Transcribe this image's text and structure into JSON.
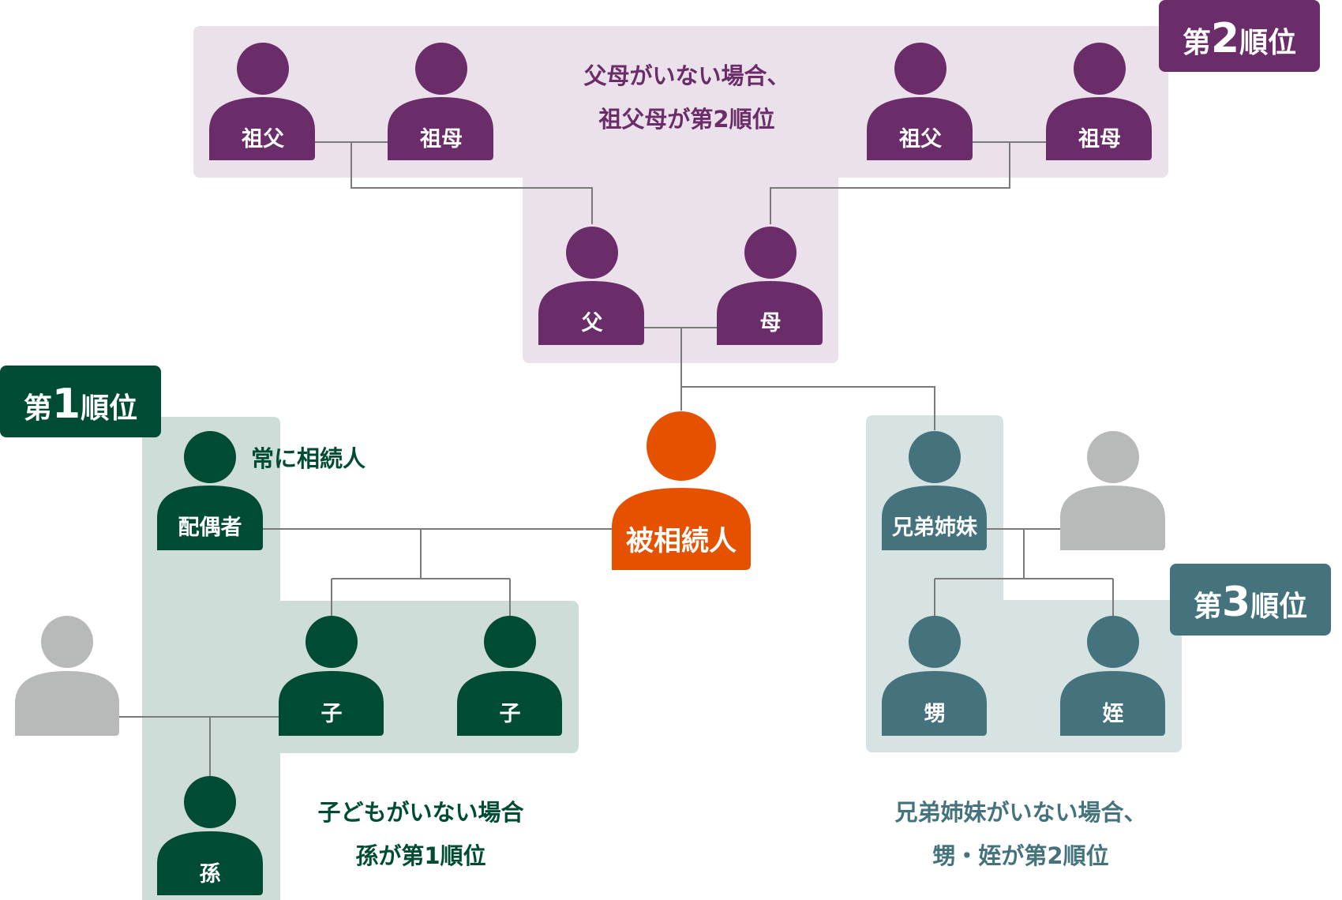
{
  "colors": {
    "purple": "#6b2d69",
    "purple_bg": "#ebe1ea",
    "green": "#004b33",
    "green_bg": "#cfddd8",
    "teal": "#44737d",
    "teal_bg": "#d7e2e3",
    "orange": "#e65100",
    "gray": "#b8b9b9",
    "line": "#7a7a7a"
  },
  "rank2": {
    "badge": {
      "prefix": "第",
      "num": "2",
      "suffix": "順位"
    },
    "note_line1": "父母がいない場合、",
    "note_line2": "祖父母が第2順位",
    "grandfather_left": "祖父",
    "grandmother_left": "祖母",
    "grandfather_right": "祖父",
    "grandmother_right": "祖母",
    "father": "父",
    "mother": "母"
  },
  "center": {
    "deceased": "被相続人"
  },
  "rank1": {
    "badge": {
      "prefix": "第",
      "num": "1",
      "suffix": "順位"
    },
    "spouse": "配偶者",
    "spouse_note": "常に相続人",
    "child_1": "子",
    "child_2": "子",
    "grandchild": "孫",
    "note_line1": "子どもがいない場合",
    "note_line2": "孫が第1順位"
  },
  "rank3": {
    "badge": {
      "prefix": "第",
      "num": "3",
      "suffix": "順位"
    },
    "siblings": "兄弟姉妹",
    "nephew": "甥",
    "niece": "姪",
    "note_line1": "兄弟姉妹がいない場合、",
    "note_line2": "甥・姪が第2順位"
  }
}
